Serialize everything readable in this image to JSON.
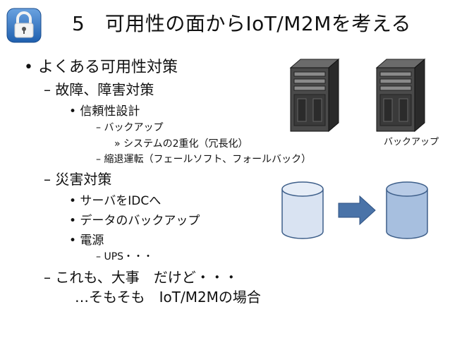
{
  "slide": {
    "title": "5　可用性の面からIoT/M2Mを考える"
  },
  "bullets": {
    "l1_common": "• よくある可用性対策",
    "l2_failure": "– 故障、障害対策",
    "l3_reliability": "• 信頼性設計",
    "l4_backup": "– バックアップ",
    "l5_dual": "» システムの2重化（冗長化）",
    "l4_degraded": "– 縮退運転（フェールソフト、フォールバック）",
    "l2_disaster": "– 災害対策",
    "l3_idc": "• サーバをIDCへ",
    "l3_databackup": "• データのバックアップ",
    "l3_power": "• 電源",
    "l4_ups": "– UPS・・・",
    "l2_important": "– これも、大事　だけど・・・",
    "l2_case": "…そもそも　IoT/M2Mの場合"
  },
  "diagram": {
    "server_caption": "バックアップ"
  },
  "colors": {
    "db_left_fill": "#d9e3f2",
    "db_right_fill": "#a7bfdf",
    "db_stroke": "#3e5f8a",
    "arrow_fill": "#4a73a8",
    "server_dark": "#3a3a3a"
  }
}
